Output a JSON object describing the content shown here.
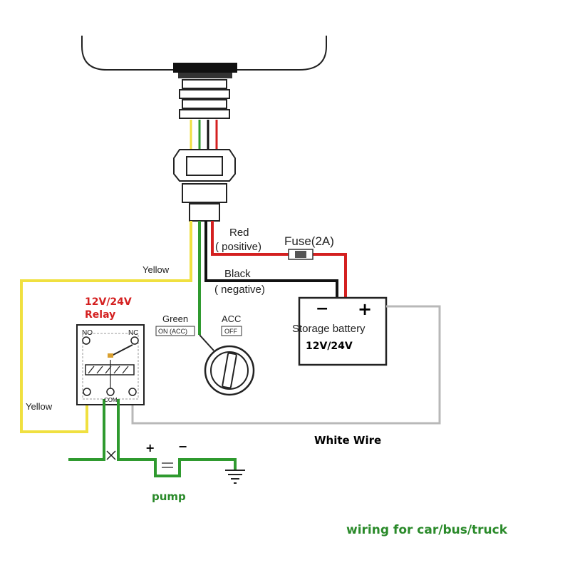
{
  "labels": {
    "red_wire": "Red",
    "red_sub": "( positive)",
    "fuse": "Fuse(2A)",
    "black_wire": "Black",
    "black_sub": "( negative)",
    "yellow_top": "Yellow",
    "yellow_left": "Yellow",
    "green": "Green",
    "green_state": "ON (ACC)",
    "acc": "ACC",
    "acc_state": "OFF",
    "relay_voltage": "12V/24V",
    "relay_name": "Relay",
    "relay_no": "NO",
    "relay_nc": "NC",
    "relay_com": "COM",
    "battery_minus": "−",
    "battery_plus": "+",
    "battery_name": "Storage battery",
    "battery_voltage": "12V/24V",
    "white_wire": "White Wire",
    "pump_plus": "+",
    "pump_minus": "−",
    "pump": "pump",
    "caption": "wiring for car/bus/truck"
  },
  "colors": {
    "red_wire": "#d42020",
    "black_wire": "#111111",
    "yellow_wire": "#f0e040",
    "green_wire": "#2f9a2f",
    "white_wire": "#b8b8b8",
    "relay_title": "#d42020",
    "green_text": "#2a8a2a"
  }
}
